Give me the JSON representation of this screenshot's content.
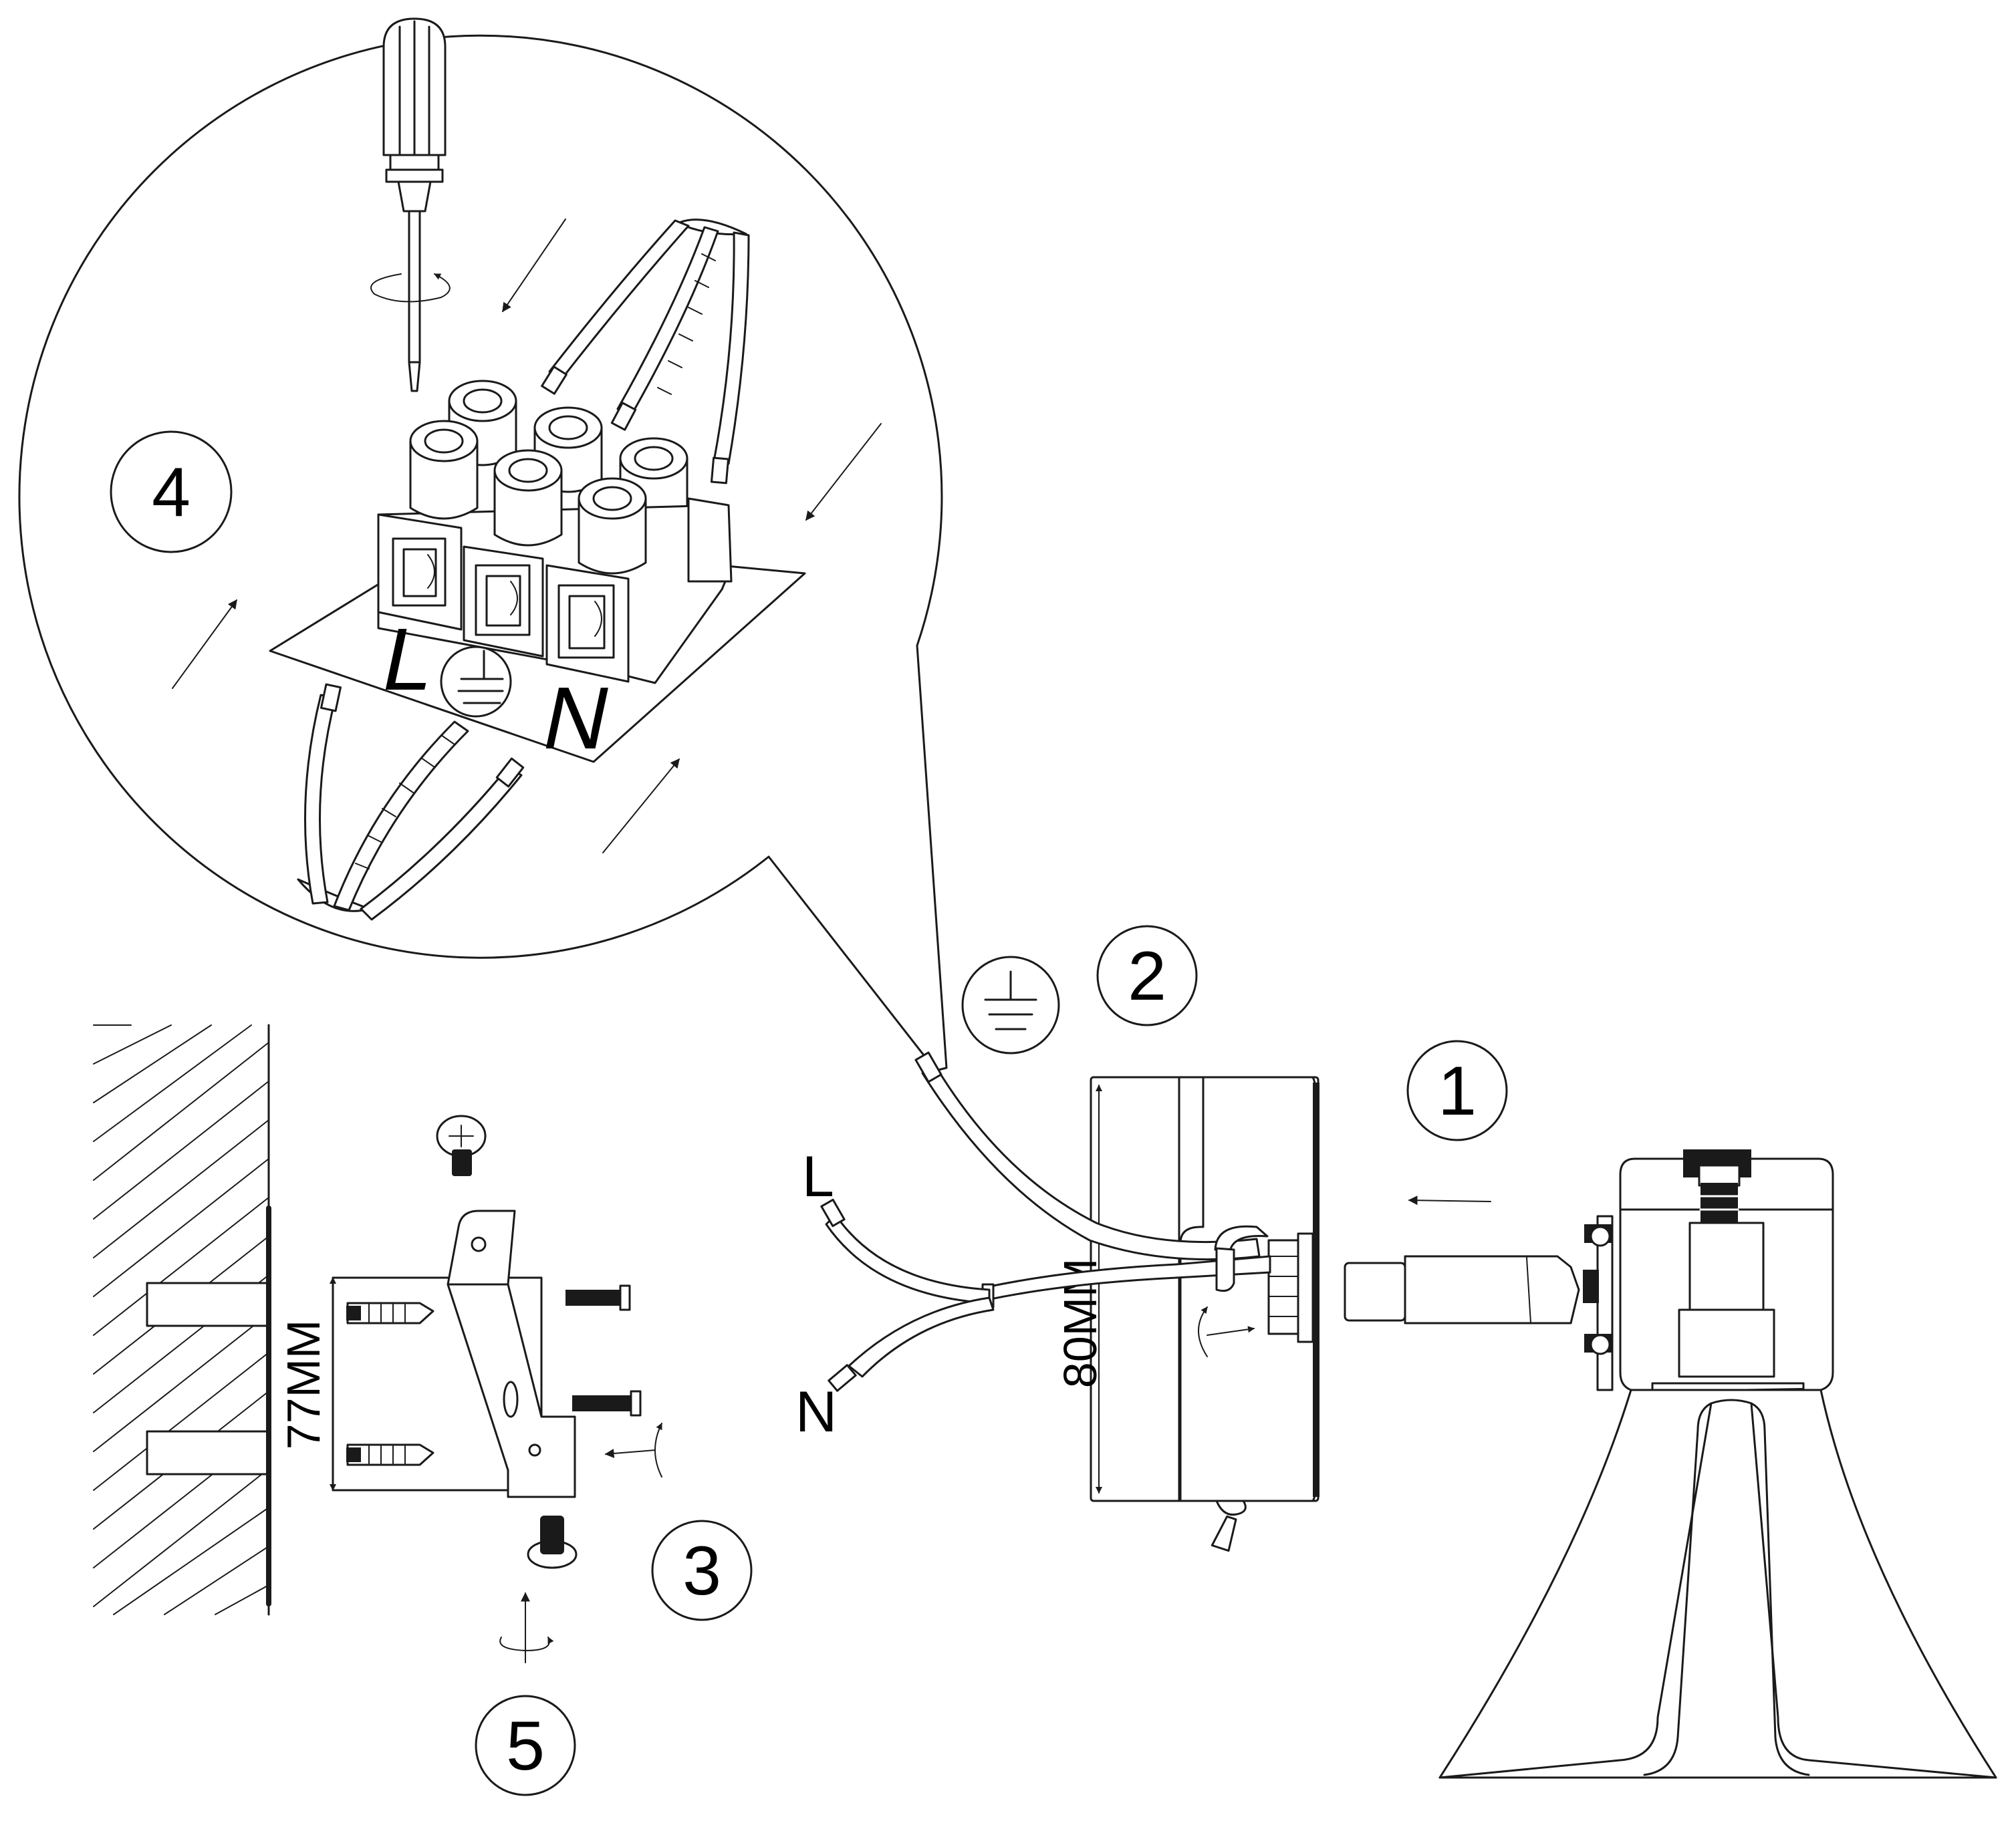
{
  "steps": {
    "step1": "1",
    "step2": "2",
    "step3": "3",
    "step4": "4",
    "step5": "5"
  },
  "terminal_labels": {
    "live": "L",
    "neutral": "N"
  },
  "wire_labels": {
    "live": "L",
    "neutral": "N"
  },
  "dimensions": {
    "base_height": "80MM",
    "bracket_spacing": "77MM"
  },
  "icons": {
    "earth_symbol": "earth-ground-icon",
    "screwdriver": "screwdriver-icon",
    "rotation": "rotation-arrow-icon"
  },
  "colors": {
    "ink": "#1a1a1a",
    "background": "#ffffff"
  }
}
